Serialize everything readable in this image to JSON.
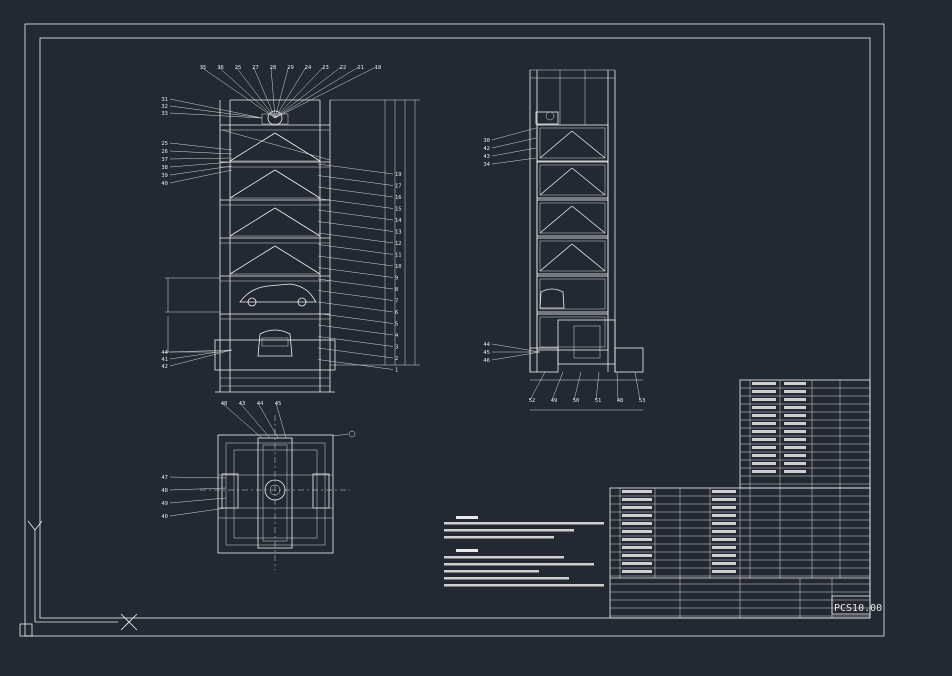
{
  "drawing": {
    "drawing_number": "PCS10.00",
    "colors": {
      "background": "#222933",
      "line": "#f2f2f2",
      "text": "#e8e8e8"
    }
  },
  "front_view": {
    "top_callouts": [
      "35",
      "36",
      "25",
      "27",
      "28",
      "29",
      "24",
      "23",
      "22",
      "21",
      "18"
    ],
    "left_callouts_top": [
      "31",
      "32",
      "33"
    ],
    "left_callouts_mid": [
      "25",
      "26",
      "37",
      "38",
      "39",
      "40"
    ],
    "right_callouts": [
      "19",
      "17",
      "16",
      "15",
      "14",
      "13",
      "12",
      "11",
      "10",
      "9",
      "8",
      "7",
      "6",
      "5",
      "4",
      "3",
      "2",
      "1"
    ],
    "left_callouts_bottom": [
      "44",
      "41",
      "42"
    ]
  },
  "side_view": {
    "left_callouts_top": [
      "30",
      "42",
      "43",
      "34"
    ],
    "left_callouts_bottom": [
      "44",
      "45",
      "46"
    ],
    "bottom_callouts": [
      "52",
      "49",
      "50",
      "51",
      "48",
      "53"
    ]
  },
  "plan_view": {
    "top_callouts": [
      "48",
      "43",
      "44",
      "45"
    ],
    "left_callouts": [
      "47",
      "48",
      "49",
      "40"
    ]
  },
  "icons": [
    "ucs-y-axis-icon",
    "ucs-x-axis-icon",
    "ucs-origin-icon"
  ]
}
